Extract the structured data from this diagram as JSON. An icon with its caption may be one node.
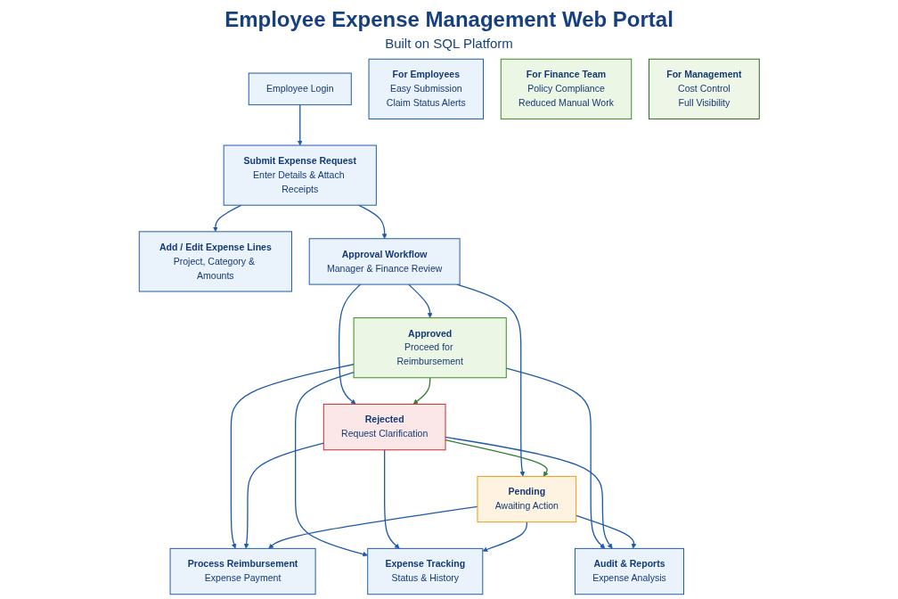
{
  "diagram": {
    "title": "Employee Expense Management Web Portal",
    "caption": "Built on SQL Platform",
    "nodes": [
      {
        "text": [
          "Employee Login"
        ]
      },
      {
        "text": [
          "Submit Expense Request",
          "Enter Details & Attach Receipts"
        ]
      },
      {
        "text": [
          "Add / Edit Expense Lines",
          "Project, Category & Amounts"
        ]
      },
      {
        "text": [
          "Approval Workflow",
          "Manager & Finance Review"
        ]
      },
      {
        "text": [
          "Approved",
          "Proceed for Reimbursement"
        ]
      },
      {
        "text": [
          "Rejected",
          "Request Clarification"
        ]
      },
      {
        "text": [
          "Pending",
          "Awaiting Action"
        ]
      },
      {
        "text": [
          "Process Reimbursement",
          "Expense Payment"
        ]
      },
      {
        "text": [
          "Expense Tracking",
          "Status & History"
        ]
      },
      {
        "text": [
          "Audit & Reports",
          "Expense Analysis"
        ]
      },
      {
        "text": [
          "For Employees",
          "Easy Submission",
          "Claim Status Alerts"
        ]
      },
      {
        "text": [
          "For Finance Team",
          "Policy Compliance",
          "Reduced Manual Work"
        ]
      },
      {
        "text": [
          "For Management",
          "Cost Control",
          "Full Visibility"
        ]
      }
    ],
    "edges": [
      {
        "from": 0,
        "to": 1,
        "arrow": "to"
      },
      {
        "from": 1,
        "to": 2,
        "arrow": "to"
      },
      {
        "from": 1,
        "to": 3,
        "arrow": "to"
      },
      {
        "from": 3,
        "to": 4,
        "arrow": "to"
      },
      {
        "from": 3,
        "to": 5,
        "arrow": "to"
      },
      {
        "from": 3,
        "to": 6,
        "arrow": "to"
      },
      {
        "from": 4,
        "to": 5,
        "arrow": "to",
        "color": "#2e7d32"
      },
      {
        "from": 5,
        "to": 6,
        "arrow": "to",
        "color": "#2e7d32"
      },
      {
        "from": 4,
        "to": 7,
        "arrow": "to"
      },
      {
        "from": 4,
        "to": 8,
        "arrow": "to"
      },
      {
        "from": 4,
        "to": 9,
        "arrow": "to"
      },
      {
        "from": 5,
        "to": 7,
        "arrow": "to"
      },
      {
        "from": 5,
        "to": 8,
        "arrow": "to"
      },
      {
        "from": 5,
        "to": 9,
        "arrow": "to"
      },
      {
        "from": 6,
        "to": 7,
        "arrow": "to"
      },
      {
        "from": 6,
        "to": 8,
        "arrow": "to"
      },
      {
        "from": 6,
        "to": 9,
        "arrow": "to"
      }
    ]
  }
}
